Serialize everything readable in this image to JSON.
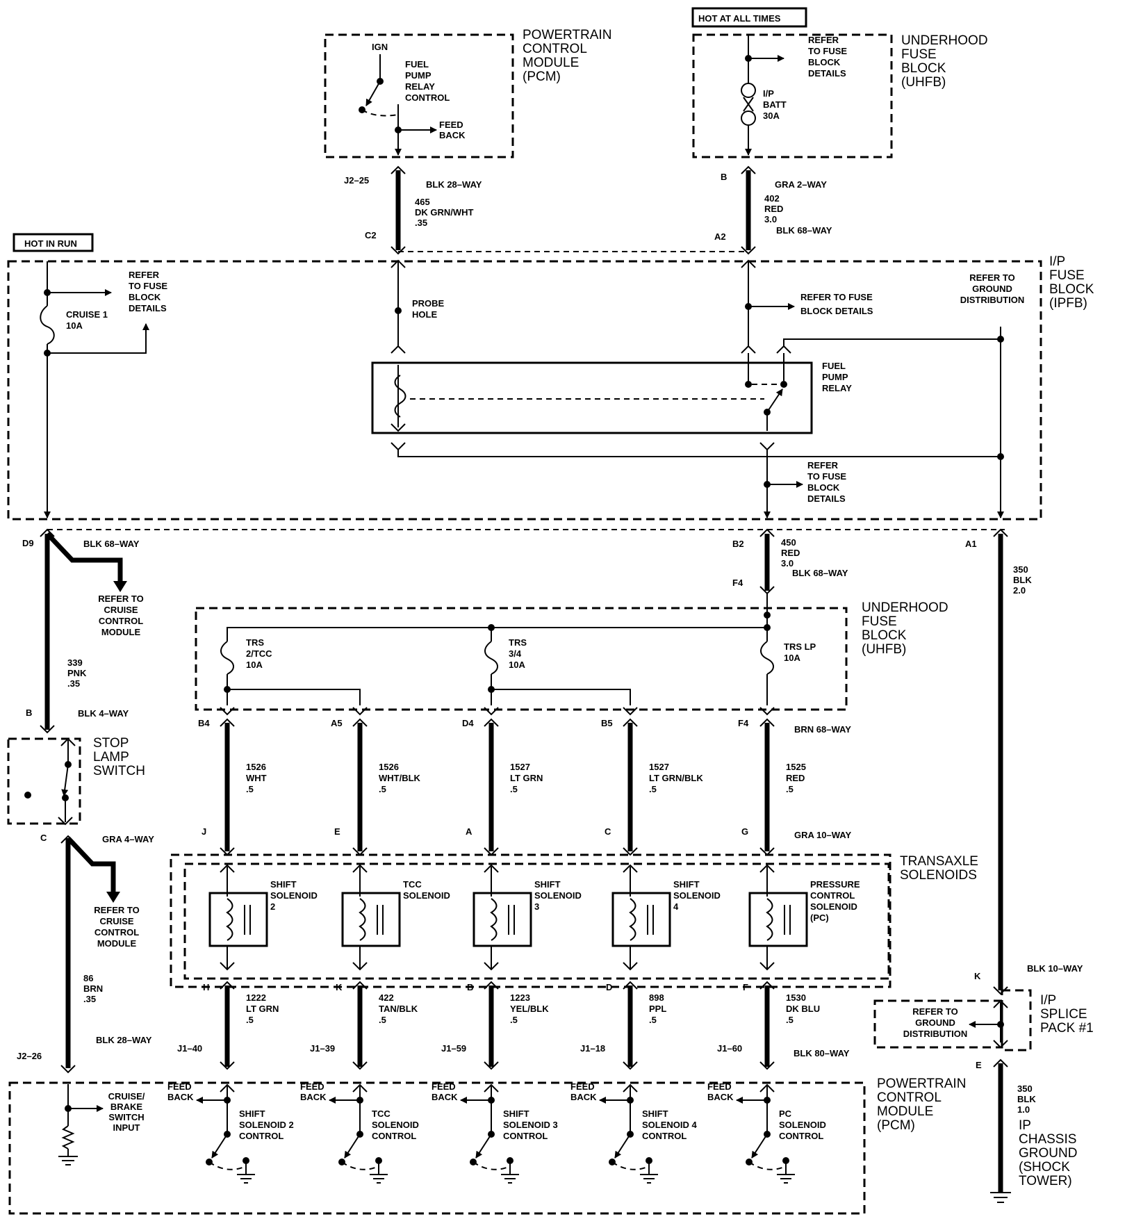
{
  "labels": {
    "hot_at_all_times": "HOT AT ALL TIMES",
    "hot_in_run": "HOT IN RUN",
    "pcm_top": [
      "POWERTRAIN",
      "CONTROL",
      "MODULE",
      "(PCM)"
    ],
    "ign": "IGN",
    "fuel_pump_relay_control": [
      "FUEL",
      "PUMP",
      "RELAY",
      "CONTROL"
    ],
    "feed_back": [
      "FEED",
      "BACK"
    ],
    "uhfb_top": [
      "UNDERHOOD",
      "FUSE",
      "BLOCK",
      "(UHFB)"
    ],
    "refer_fuse_block_details": [
      "REFER",
      "TO FUSE",
      "BLOCK",
      "DETAILS"
    ],
    "ip_batt_fuse": [
      "I/P",
      "BATT",
      "30A"
    ],
    "c_j2_25": "J2–25",
    "c_blk28_top": "BLK 28–WAY",
    "w465": [
      "465",
      "DK GRN/WHT",
      ".35"
    ],
    "c_c2": "C2",
    "c_b_top": "B",
    "c_gra2": "GRA 2–WAY",
    "w402": [
      "402",
      "RED",
      "3.0"
    ],
    "c_blk68_a2": "BLK 68–WAY",
    "c_a2": "A2",
    "ipfb": [
      "I/P",
      "FUSE",
      "BLOCK",
      "(IPFB)"
    ],
    "cruise_fuse": [
      "CRUISE 1",
      "10A"
    ],
    "probe_hole": [
      "PROBE",
      "HOLE"
    ],
    "refer_fuse_block_details_2": [
      "REFER TO FUSE",
      "BLOCK DETAILS"
    ],
    "refer_ground_distribution": [
      "REFER TO",
      "GROUND",
      "DISTRIBUTION"
    ],
    "fuel_pump_relay": [
      "FUEL",
      "PUMP",
      "RELAY"
    ],
    "c_d9": "D9",
    "c_blk68_d9": "BLK 68–WAY",
    "refer_cruise": [
      "REFER TO",
      "CRUISE",
      "CONTROL",
      "MODULE"
    ],
    "c_b2": "B2",
    "w450": [
      "450",
      "RED",
      "3.0"
    ],
    "c_blk68_f4": "BLK 68–WAY",
    "c_f4": "F4",
    "c_a1": "A1",
    "w350_top": [
      "350",
      "BLK",
      "2.0"
    ],
    "uhfb_mid": [
      "UNDERHOOD",
      "FUSE",
      "BLOCK",
      "(UHFB)"
    ],
    "fuse_trs_2tcc": [
      "TRS",
      "2/TCC",
      "10A"
    ],
    "fuse_trs_34": [
      "TRS",
      "3/4",
      "10A"
    ],
    "fuse_trs_lp": [
      "TRS LP",
      "10A"
    ],
    "w339": [
      "339",
      "PNK",
      ".35"
    ],
    "c_b_stop": "B",
    "c_blk4": "BLK 4–WAY",
    "stop_lamp_switch": [
      "STOP",
      "LAMP",
      "SWITCH"
    ],
    "c_c_stop": "C",
    "c_gra4": "GRA 4–WAY",
    "w86": [
      "86",
      "BRN",
      ".35"
    ],
    "c_j2_26": "J2–26",
    "c_blk28_bottom": "BLK 28–WAY",
    "upper_cavities": [
      "B4",
      "A5",
      "D4",
      "B5",
      "F4"
    ],
    "c_brn68": "BRN 68–WAY",
    "upper_wires": [
      [
        "1526",
        "WHT",
        ".5"
      ],
      [
        "1526",
        "WHT/BLK",
        ".5"
      ],
      [
        "1527",
        "LT GRN",
        ".5"
      ],
      [
        "1527",
        "LT GRN/BLK",
        ".5"
      ],
      [
        "1525",
        "RED",
        ".5"
      ]
    ],
    "sol_top_cavities": [
      "J",
      "E",
      "A",
      "C",
      "G"
    ],
    "c_gra10": "GRA 10–WAY",
    "transaxle_solenoids": [
      "TRANSAXLE",
      "SOLENOIDS"
    ],
    "solenoid_names": [
      [
        "SHIFT",
        "SOLENOID",
        "2"
      ],
      [
        "TCC",
        "SOLENOID"
      ],
      [
        "SHIFT",
        "SOLENOID",
        "3"
      ],
      [
        "SHIFT",
        "SOLENOID",
        "4"
      ],
      [
        "PRESSURE",
        "CONTROL",
        "SOLENOID",
        "(PC)"
      ]
    ],
    "sol_bot_cavities": [
      "H",
      "K",
      "B",
      "D",
      "F"
    ],
    "lower_wires": [
      [
        "1222",
        "LT GRN",
        ".5"
      ],
      [
        "422",
        "TAN/BLK",
        ".5"
      ],
      [
        "1223",
        "YEL/BLK",
        ".5"
      ],
      [
        "898",
        "PPL",
        ".5"
      ],
      [
        "1530",
        "DK BLU",
        ".5"
      ]
    ],
    "pcm_cavities": [
      "J1–40",
      "J1–39",
      "J1–59",
      "J1–18",
      "J1–60"
    ],
    "c_blk80": "BLK 80–WAY",
    "c_k": "K",
    "c_blk10": "BLK 10–WAY",
    "ip_splice": [
      "I/P",
      "SPLICE",
      "PACK #1"
    ],
    "c_e": "E",
    "w350_bottom": [
      "350",
      "BLK",
      "1.0"
    ],
    "ip_chassis_ground": [
      "IP",
      "CHASSIS",
      "GROUND",
      "(SHOCK",
      "TOWER)"
    ],
    "pcm_bottom": [
      "POWERTRAIN",
      "CONTROL",
      "MODULE",
      "(PCM)"
    ],
    "cruise_brake_input": [
      "CRUISE/",
      "BRAKE",
      "SWITCH",
      "INPUT"
    ],
    "pcm_controls": [
      [
        "SHIFT",
        "SOLENOID 2",
        "CONTROL"
      ],
      [
        "TCC",
        "SOLENOID",
        "CONTROL"
      ],
      [
        "SHIFT",
        "SOLENOID 3",
        "CONTROL"
      ],
      [
        "SHIFT",
        "SOLENOID 4",
        "CONTROL"
      ],
      [
        "PC",
        "SOLENOID",
        "CONTROL"
      ]
    ]
  }
}
